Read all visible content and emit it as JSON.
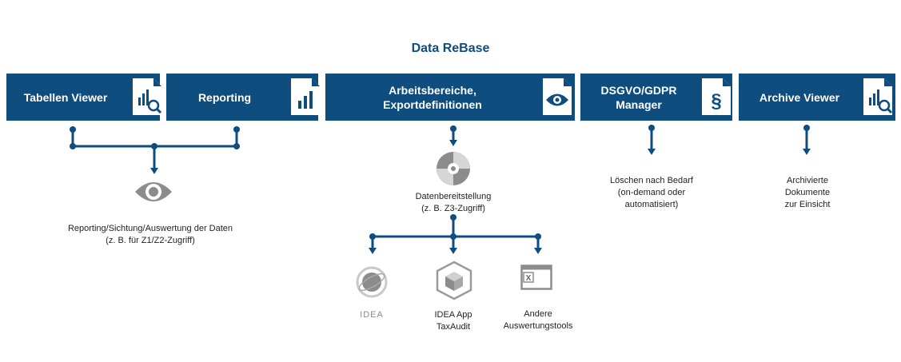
{
  "title": "Data ReBase",
  "modules": [
    {
      "label": "Tabellen Viewer",
      "icon": "report-search-doc-icon"
    },
    {
      "label": "Reporting",
      "icon": "report-doc-icon"
    },
    {
      "label": "Arbeitsbereiche,\nExportdefinitionen",
      "icon": "eye-doc-icon"
    },
    {
      "label": "DSGVO/GDPR\nManager",
      "icon": "paragraph-doc-icon"
    },
    {
      "label": "Archive Viewer",
      "icon": "report-search-doc-icon"
    }
  ],
  "captions": {
    "reporting": "Reporting/Sichtung/Auswertung der Daten\n(z. B. für Z1/Z2-Zugriff)",
    "datenbereitstellung": "Datenbereitstellung\n(z. B. Z3-Zugriff)",
    "loeschen": "Löschen nach Bedarf\n(on-demand oder\nautomatisiert)",
    "archiviert": "Archivierte\nDokumente\nzur Einsicht",
    "idea": "IDEA",
    "idea_app": "IDEA App\nTaxAudit",
    "andere": "Andere\nAuswertungstools"
  },
  "colors": {
    "primary": "#0e4d7e",
    "icon_gray": "#8c8c8c",
    "icon_light": "#d9d9d9"
  }
}
